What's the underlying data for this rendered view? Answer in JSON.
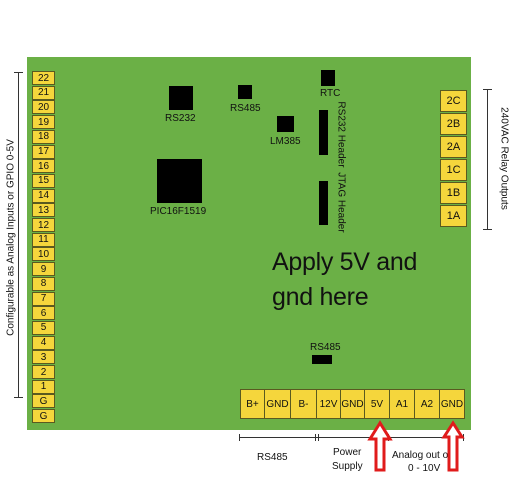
{
  "left_side_label": "Configurable as Analog Inputs or GPIO 0-5V",
  "right_side_label": "240VAC Relay Outputs",
  "left_pins": [
    "22",
    "21",
    "20",
    "19",
    "18",
    "17",
    "16",
    "15",
    "14",
    "13",
    "12",
    "11",
    "10",
    "9",
    "8",
    "7",
    "6",
    "5",
    "4",
    "3",
    "2",
    "1",
    "G",
    "G"
  ],
  "right_pins": [
    "2C",
    "2B",
    "2A",
    "1C",
    "1B",
    "1A"
  ],
  "bottom_pins": [
    "B+",
    "GND",
    "B-",
    "12V",
    "GND",
    "5V",
    "A1",
    "A2",
    "GND"
  ],
  "components": {
    "rs232": "RS232",
    "rs485_top": "RS485",
    "rtc": "RTC",
    "lm385": "LM385",
    "rs232_header": "RS232 Header",
    "jtag_header": "JTAG Header",
    "pic": "PIC16F1519",
    "rs485_mid": "RS485"
  },
  "instruction_line1": "Apply 5V and",
  "instruction_line2": "gnd here",
  "group_labels": {
    "rs485": "RS485",
    "power_line1": "Power",
    "power_line2": "Supply",
    "analog_line1": "Analog out out",
    "analog_line2": "0 - 10V"
  },
  "colors": {
    "board": "#6bb046",
    "pin": "#f5d63c",
    "arrow": "#e01b1b"
  }
}
